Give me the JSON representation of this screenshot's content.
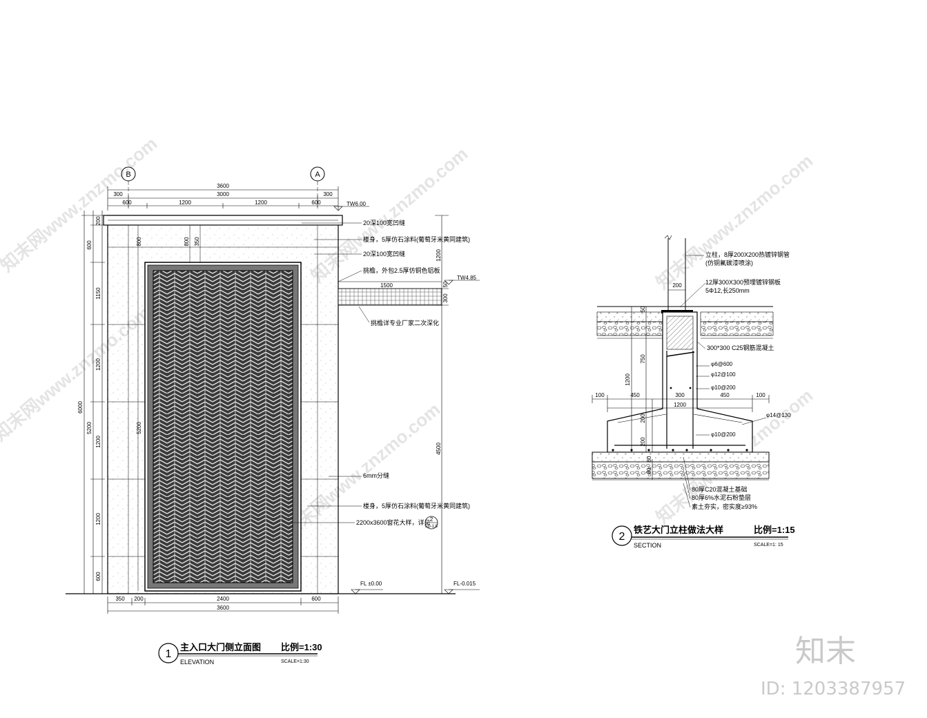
{
  "drawing1": {
    "number": "1",
    "title": "主入口大门侧立面图",
    "scale": "比例=1:30",
    "subtitle": "ELEVATION",
    "subscale": "SCALE=1:30",
    "grid_left": "B",
    "grid_right": "A",
    "top_dims": [
      "3600",
      "300",
      "3000",
      "300",
      "600",
      "1200",
      "1200",
      "600"
    ],
    "bottom_dims": [
      "350",
      "200",
      "2400",
      "600",
      "3600"
    ],
    "left_dims": [
      "200",
      "600",
      "1150",
      "1200",
      "1200",
      "1200",
      "600",
      "6000",
      "5200"
    ],
    "inner_dims": [
      "800",
      "800",
      "350",
      "5200"
    ],
    "right_dims": [
      "1200",
      "4500",
      "300",
      "50"
    ],
    "levels": [
      "TW6.00",
      "TW4.85",
      "FL ±0.00",
      "FL-0.015"
    ],
    "notes": [
      "20深100宽凹缝",
      "楼身，5厚仿石涂料(葡萄牙米黄同建筑)",
      "20深100宽凹缝",
      "挑檐，外包2.5厚仿铜色铝板",
      "1500",
      "挑檐详专业厂家二次深化",
      "6mm分缝",
      "楼身，5厚仿石涂料(葡萄牙米黄同建筑)",
      "2200x3600窗花大样，详见"
    ],
    "ref_top": "2",
    "ref_bottom": "LD-1.8"
  },
  "drawing2": {
    "number": "2",
    "title": "铁艺大门立柱做法大样",
    "scale": "比例=1:15",
    "subtitle": "SECTION",
    "subscale": "SCALE=1: 15",
    "notes": [
      "立柱，8厚200X200热镀锌钢管",
      "(仿铜氟碳漆喷涂)",
      "12厚300X300预埋镀锌钢板",
      "5Φ12,长250mm",
      "300*300 C25钢筋混凝土",
      "80厚C20混凝土基础",
      "80厚6%水泥石粉垫层",
      "素土夯实，密实度≥93%"
    ],
    "rebar": [
      "φ6@600",
      "φ12@100",
      "φ10@200",
      "φ14@130",
      "φ10@200"
    ],
    "dims": [
      "200",
      "50",
      "750",
      "1200",
      "100",
      "450",
      "300",
      "450",
      "100",
      "1200",
      "200",
      "200",
      "80",
      "80"
    ]
  },
  "watermark": {
    "text": "知末网www.znzmo.com",
    "brand": "知末",
    "id": "ID: 1203387957"
  }
}
